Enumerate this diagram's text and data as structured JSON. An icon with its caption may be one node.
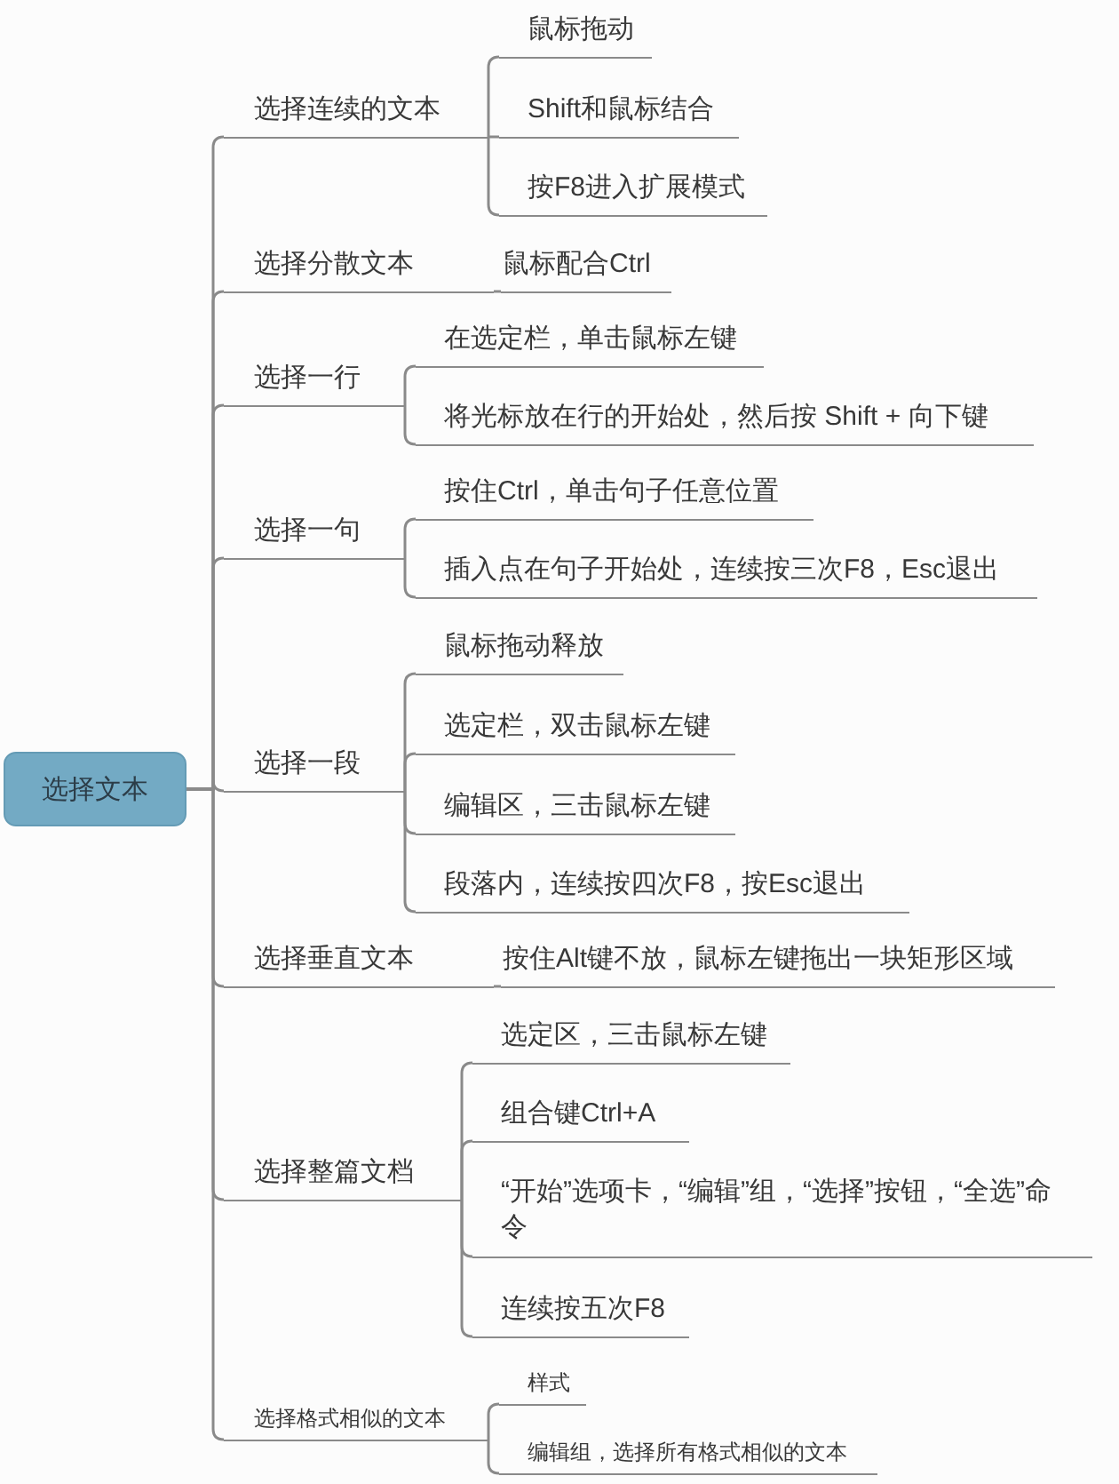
{
  "diagram": {
    "nodes": [
      {
        "text": [
          "选择文本"
        ]
      },
      {
        "text": [
          "选择连续的文本"
        ]
      },
      {
        "text": [
          "鼠标拖动"
        ]
      },
      {
        "text": [
          "Shift和鼠标结合"
        ]
      },
      {
        "text": [
          "按F8进入扩展模式"
        ]
      },
      {
        "text": [
          "选择分散文本"
        ]
      },
      {
        "text": [
          "鼠标配合Ctrl"
        ]
      },
      {
        "text": [
          "选择一行"
        ]
      },
      {
        "text": [
          "在选定栏，单击鼠标左键"
        ]
      },
      {
        "text": [
          "将光标放在行的开始处，然后按 Shift + 向下键"
        ]
      },
      {
        "text": [
          "选择一句"
        ]
      },
      {
        "text": [
          "按住Ctrl，单击句子任意位置"
        ]
      },
      {
        "text": [
          "插入点在句子开始处，连续按三次F8，Esc退出"
        ]
      },
      {
        "text": [
          "选择一段"
        ]
      },
      {
        "text": [
          "鼠标拖动释放"
        ]
      },
      {
        "text": [
          "选定栏，双击鼠标左键"
        ]
      },
      {
        "text": [
          "编辑区，三击鼠标左键"
        ]
      },
      {
        "text": [
          "段落内，连续按四次F8，按Esc退出"
        ]
      },
      {
        "text": [
          "选择垂直文本"
        ]
      },
      {
        "text": [
          "按住Alt键不放，鼠标左键拖出一块矩形区域"
        ]
      },
      {
        "text": [
          "选择整篇文档"
        ]
      },
      {
        "text": [
          "选定区，三击鼠标左键"
        ]
      },
      {
        "text": [
          "组合键Ctrl+A"
        ]
      },
      {
        "text": [
          "“开始”选项卡，“编辑”组，“选择”按钮，“全选”命令"
        ]
      },
      {
        "text": [
          "连续按五次F8"
        ]
      },
      {
        "text": [
          "选择格式相似的文本"
        ]
      },
      {
        "text": [
          "样式"
        ]
      },
      {
        "text": [
          "编辑组，选择所有格式相似的文本"
        ]
      }
    ],
    "edges": [
      {
        "from": 0,
        "to": 1,
        "arrow": "none"
      },
      {
        "from": 1,
        "to": 2,
        "arrow": "none"
      },
      {
        "from": 1,
        "to": 3,
        "arrow": "none"
      },
      {
        "from": 1,
        "to": 4,
        "arrow": "none"
      },
      {
        "from": 0,
        "to": 5,
        "arrow": "none"
      },
      {
        "from": 5,
        "to": 6,
        "arrow": "none"
      },
      {
        "from": 0,
        "to": 7,
        "arrow": "none"
      },
      {
        "from": 7,
        "to": 8,
        "arrow": "none"
      },
      {
        "from": 7,
        "to": 9,
        "arrow": "none"
      },
      {
        "from": 0,
        "to": 10,
        "arrow": "none"
      },
      {
        "from": 10,
        "to": 11,
        "arrow": "none"
      },
      {
        "from": 10,
        "to": 12,
        "arrow": "none"
      },
      {
        "from": 0,
        "to": 13,
        "arrow": "none"
      },
      {
        "from": 13,
        "to": 14,
        "arrow": "none"
      },
      {
        "from": 13,
        "to": 15,
        "arrow": "none"
      },
      {
        "from": 13,
        "to": 16,
        "arrow": "none"
      },
      {
        "from": 13,
        "to": 17,
        "arrow": "none"
      },
      {
        "from": 0,
        "to": 18,
        "arrow": "none"
      },
      {
        "from": 18,
        "to": 19,
        "arrow": "none"
      },
      {
        "from": 0,
        "to": 20,
        "arrow": "none"
      },
      {
        "from": 20,
        "to": 21,
        "arrow": "none"
      },
      {
        "from": 20,
        "to": 22,
        "arrow": "none"
      },
      {
        "from": 20,
        "to": 23,
        "arrow": "none"
      },
      {
        "from": 20,
        "to": 24,
        "arrow": "none"
      },
      {
        "from": 0,
        "to": 25,
        "arrow": "none"
      },
      {
        "from": 25,
        "to": 26,
        "arrow": "none"
      },
      {
        "from": 25,
        "to": 27,
        "arrow": "none"
      }
    ]
  }
}
